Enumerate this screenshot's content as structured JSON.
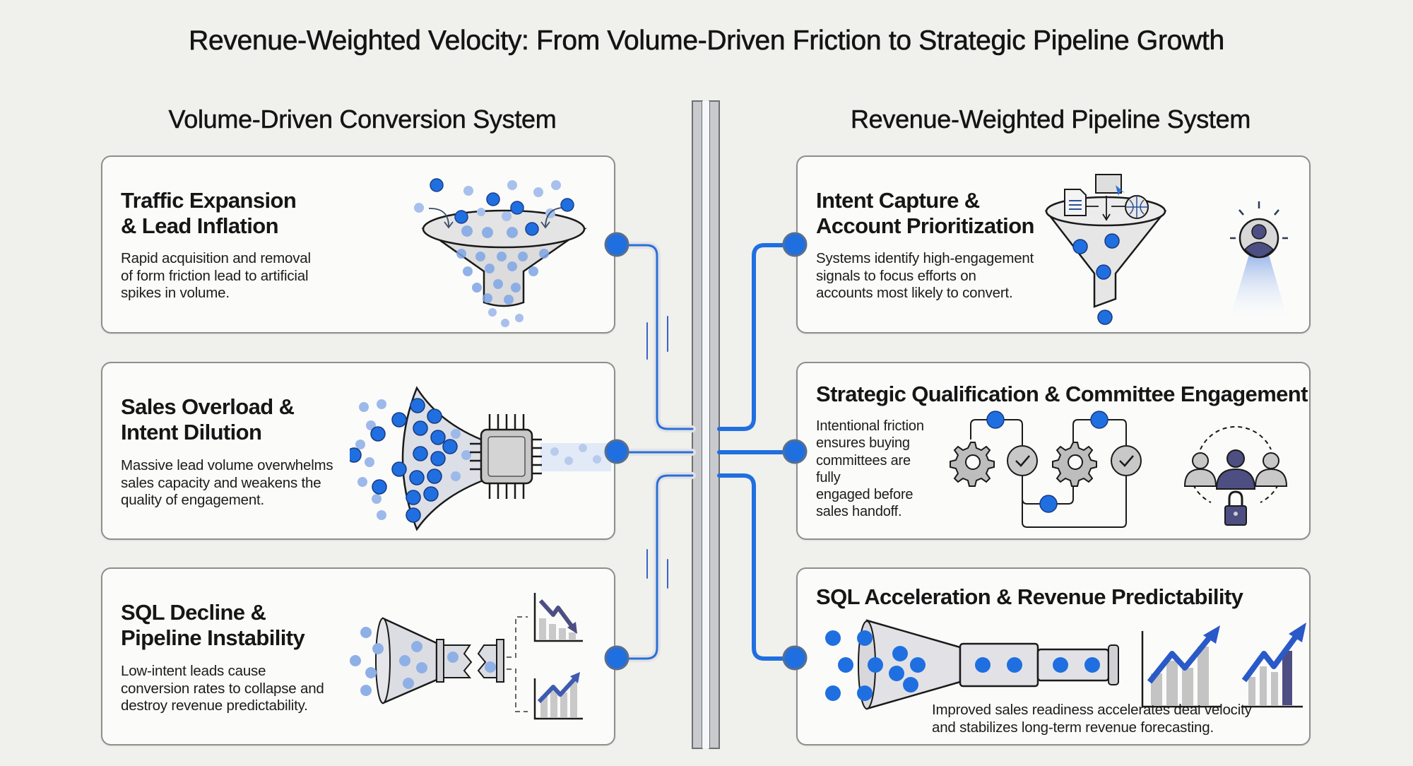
{
  "title": "Revenue-Weighted Velocity: From Volume-Driven Friction to Strategic Pipeline Growth",
  "left_column": {
    "heading": "Volume-Driven Conversion System",
    "cards": [
      {
        "title_line1": "Traffic Expansion",
        "title_line2": "& Lead Inflation",
        "desc_lines": [
          "Rapid acquisition and removal",
          "of form friction lead to artificial",
          "spikes in volume."
        ],
        "illustration": "funnel-with-overflowing-leads-icon"
      },
      {
        "title_line1": "Sales Overload &",
        "title_line2": "Intent Dilution",
        "desc_lines": [
          "Massive lead volume overwhelms",
          "sales capacity and weakens the",
          "quality of engagement."
        ],
        "illustration": "funnel-into-processor-chip-icon"
      },
      {
        "title_line1": "SQL Decline &",
        "title_line2": "Pipeline Instability",
        "desc_lines": [
          "Low-intent leads cause",
          "conversion rates to collapse and",
          "destroy revenue predictability."
        ],
        "illustration": "broken-pipeline-with-volatile-charts-icon"
      }
    ]
  },
  "right_column": {
    "heading": "Revenue-Weighted Pipeline System",
    "cards": [
      {
        "title_line1": "Intent Capture &",
        "title_line2": "Account Prioritization",
        "desc_lines": [
          "Systems identify high-engagement",
          "signals to focus efforts on",
          "accounts most likely to convert."
        ],
        "illustration": "intent-signal-funnel-and-spotlight-account-icon"
      },
      {
        "title_line1": "Strategic Qualification & Committee Engagement",
        "desc_lines": [
          "Intentional friction",
          "ensures buying",
          "committees are",
          "fully",
          "engaged before",
          "sales handoff."
        ],
        "illustration": "qualification-gears-and-locked-committee-icon"
      },
      {
        "title_line1": "SQL Acceleration & Revenue Predictability",
        "desc_lines": [
          "Improved sales readiness accelerates deal velocity",
          "and stabilizes long-term revenue forecasting."
        ],
        "illustration": "pipeline-telescope-with-rising-charts-icon"
      }
    ]
  },
  "colors": {
    "background": "#f0f0ec",
    "card_bg": "#fbfbfa",
    "card_border": "#8e8e8c",
    "accent_blue": "#1f6fe0",
    "light_blue": "#8fb0e6",
    "navy": "#4d4f82",
    "rail_gray": "#c9cacd",
    "ink": "#141414"
  }
}
